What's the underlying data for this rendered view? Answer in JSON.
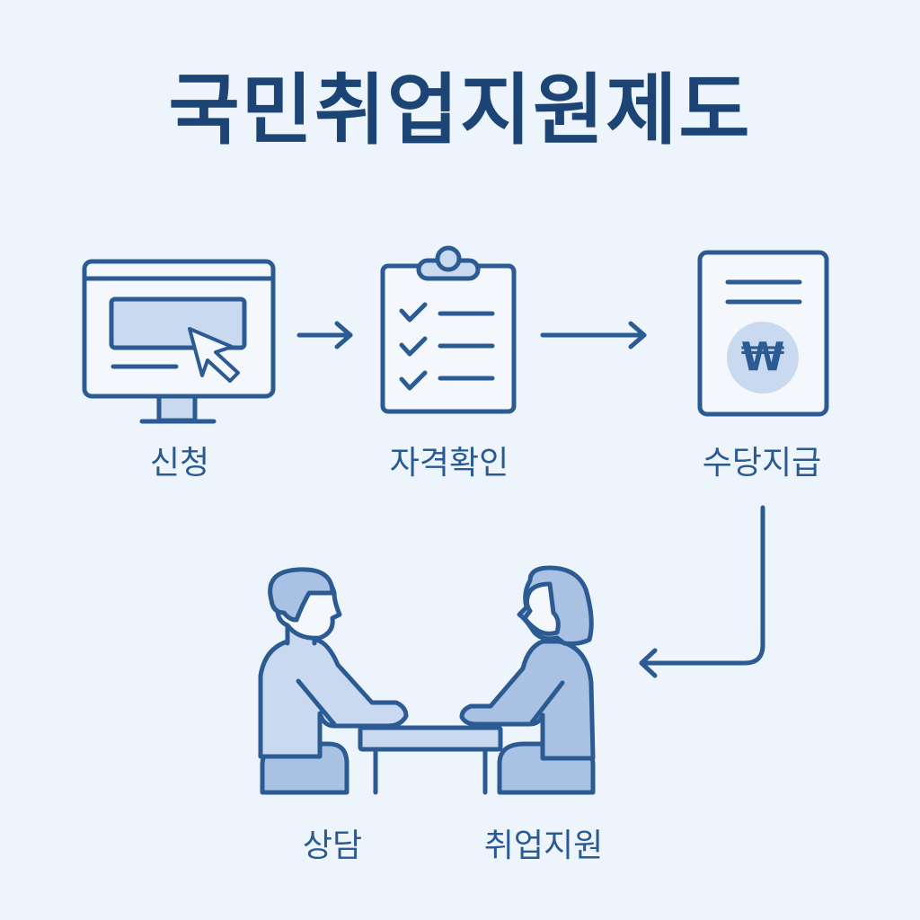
{
  "title": "국민취업지원제도",
  "steps": {
    "apply": {
      "label": "신청",
      "icon": "monitor-click-icon"
    },
    "check": {
      "label": "자격확인",
      "icon": "clipboard-checklist-icon"
    },
    "pay": {
      "label": "수당지급",
      "icon": "won-document-icon",
      "symbol": "₩"
    },
    "consult": {
      "label": "상담",
      "icon": "counselor-man-icon"
    },
    "support": {
      "label": "취업지원",
      "icon": "client-woman-icon"
    }
  },
  "colors": {
    "background": "#eef4fb",
    "title": "#1c4475",
    "stroke": "#2c5b93",
    "fill_light": "#c9daf0",
    "fill_mid": "#a9c2e4"
  }
}
